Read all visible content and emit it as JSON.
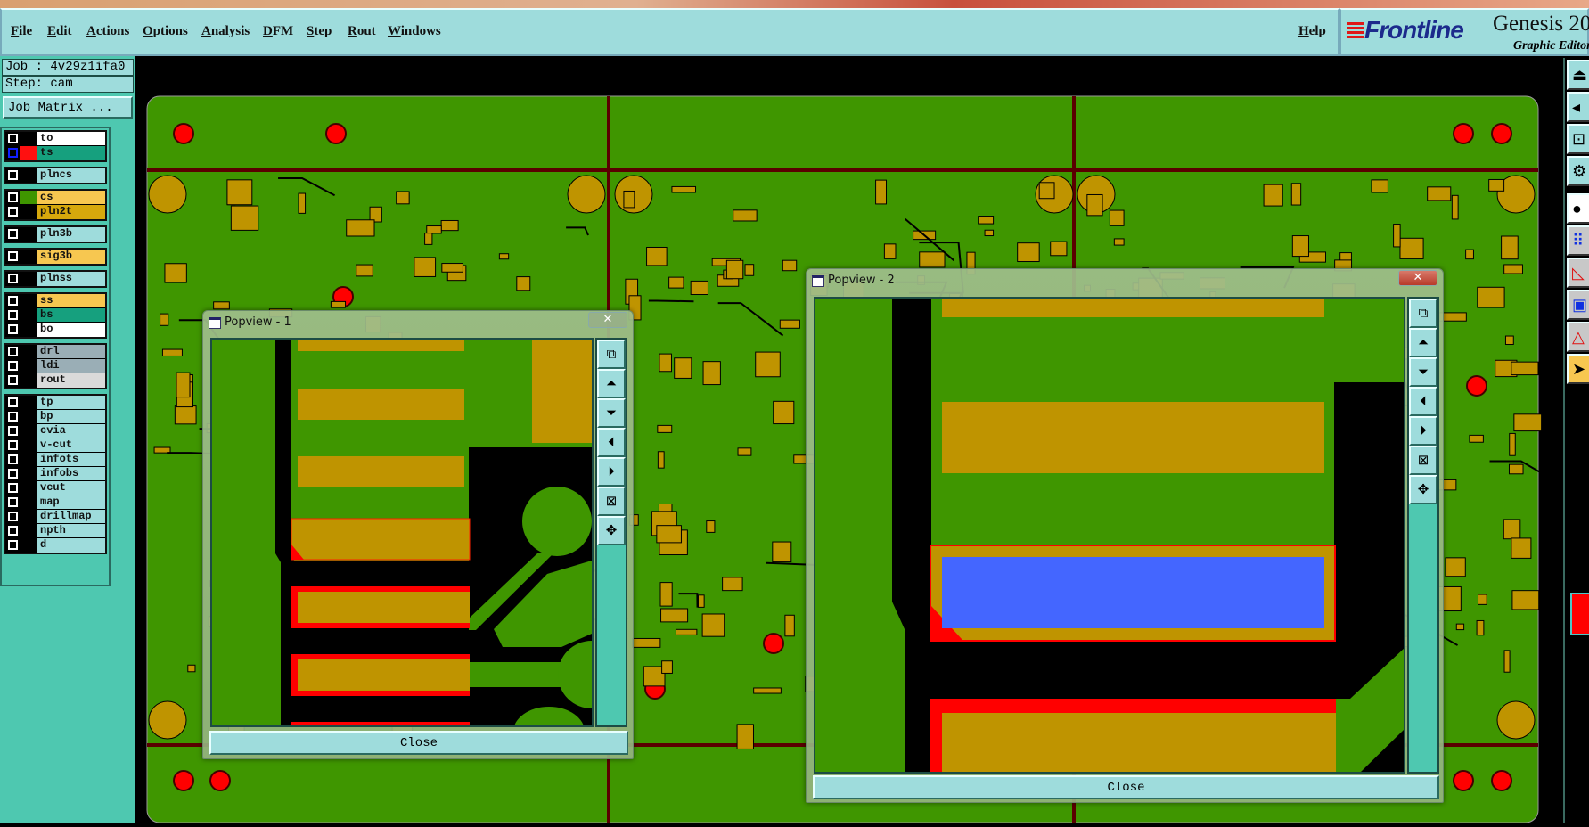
{
  "menu": {
    "items": [
      "File",
      "Edit",
      "Actions",
      "Options",
      "Analysis",
      "DFM",
      "Step",
      "Rout",
      "Windows"
    ],
    "help": "Help"
  },
  "logo": {
    "brand": "Frontline",
    "product": "Genesis 20",
    "subtitle": "Graphic Editor"
  },
  "job": {
    "job_line": "Job : 4v29z1ifa0",
    "step_line": "Step: cam",
    "job_matrix_button": "Job Matrix ..."
  },
  "layer_groups": [
    [
      {
        "name": "to",
        "color": "#ffffff"
      },
      {
        "name": "ts",
        "color": "#16a07e",
        "swatch": "#ff1010",
        "active": true
      }
    ],
    [
      {
        "name": "plncs",
        "color": "#9edcdc"
      }
    ],
    [
      {
        "name": "cs",
        "color": "#f7c750",
        "swatch": "#3f9600"
      },
      {
        "name": "pln2t",
        "color": "#d6a80c"
      }
    ],
    [
      {
        "name": "pln3b",
        "color": "#9edcdc"
      }
    ],
    [
      {
        "name": "sig3b",
        "color": "#f7c750"
      }
    ],
    [
      {
        "name": "plnss",
        "color": "#9edcdc"
      }
    ],
    [
      {
        "name": "ss",
        "color": "#f7c750"
      },
      {
        "name": "bs",
        "color": "#16a07e"
      },
      {
        "name": "bo",
        "color": "#ffffff"
      }
    ],
    [
      {
        "name": "drl",
        "color": "#9aaeb6"
      },
      {
        "name": "ldi",
        "color": "#9aaeb6"
      },
      {
        "name": "rout",
        "color": "#dadada"
      }
    ],
    [
      {
        "name": "tp",
        "color": "#9edcdc"
      },
      {
        "name": "bp",
        "color": "#9edcdc"
      },
      {
        "name": "cvia",
        "color": "#9edcdc"
      },
      {
        "name": "v-cut",
        "color": "#9edcdc"
      },
      {
        "name": "infots",
        "color": "#9edcdc"
      },
      {
        "name": "infobs",
        "color": "#9edcdc"
      },
      {
        "name": "vcut",
        "color": "#9edcdc"
      },
      {
        "name": "map",
        "color": "#9edcdc"
      },
      {
        "name": "drillmap",
        "color": "#9edcdc"
      },
      {
        "name": "npth",
        "color": "#9edcdc"
      },
      {
        "name": "d",
        "color": "#9edcdc"
      }
    ]
  ],
  "right_toolbar": [
    {
      "icon": "view-up-icon",
      "bg": "#9edcdc"
    },
    {
      "icon": "view-left-icon",
      "bg": "#9edcdc"
    },
    {
      "icon": "zoom-fit-icon",
      "bg": "#9edcdc"
    },
    {
      "icon": "tools-palette-icon",
      "bg": "#9edcdc"
    },
    {
      "icon": "pad-icon",
      "bg": "#ffffff"
    },
    {
      "icon": "net-icon",
      "bg": "#c8c8c8"
    },
    {
      "icon": "measure-icon",
      "bg": "#c8c8c8"
    },
    {
      "icon": "snap-icon",
      "bg": "#c8c8c8"
    },
    {
      "icon": "angle-icon",
      "bg": "#c8c8c8"
    },
    {
      "icon": "pointer-icon",
      "bg": "#f7c750"
    }
  ],
  "popview1": {
    "title": "Popview - 1",
    "close_label": "Close"
  },
  "popview2": {
    "title": "Popview - 2",
    "close_label": "Close"
  },
  "colors": {
    "board": "#3f9600",
    "copper": "#bf9400",
    "red": "#ff0000",
    "blue": "#4466ff",
    "ui": "#9edcdc",
    "panel": "#4ec8b0"
  }
}
